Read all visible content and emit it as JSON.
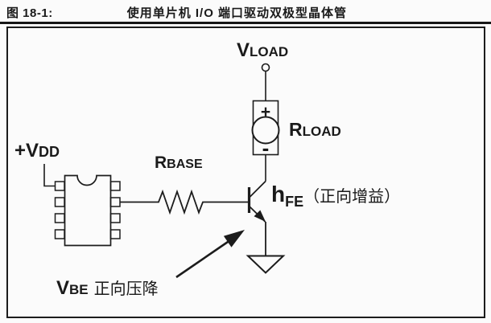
{
  "figure": {
    "label": "图 18-1:",
    "title": "使用单片机 I/O 端口驱动双极型晶体管"
  },
  "diagram": {
    "vload_label": {
      "prefix": "V",
      "sub": "LOAD"
    },
    "rload_label": {
      "prefix": "R",
      "sub": "LOAD"
    },
    "vdd_label": {
      "prefix": "+V",
      "sub": "DD"
    },
    "rbase_label": {
      "prefix": "R",
      "sub": "BASE"
    },
    "hfe_label": {
      "prefix": "h",
      "sub": "FE",
      "note": "（正向增益）"
    },
    "vbe_label": {
      "prefix": "V",
      "sub": "BE",
      "note": "正向压降"
    },
    "load_polarity": {
      "plus": "+",
      "minus": "-"
    },
    "colors": {
      "line": "#1c1c1c",
      "background": "#fbfbfb",
      "text": "#1a1a1a"
    }
  }
}
